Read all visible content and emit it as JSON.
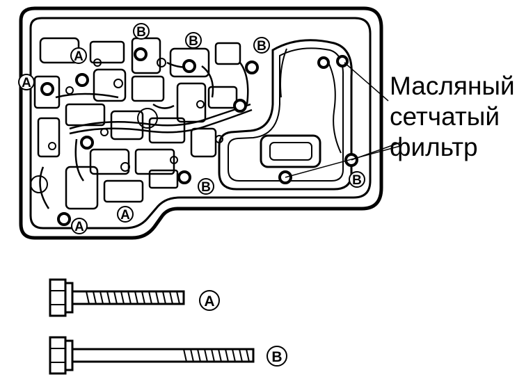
{
  "callout": {
    "line1": "Масляный",
    "line2": "сетчатый",
    "line3": "фильтр"
  },
  "bolt_markers": {
    "a": "A",
    "b": "B"
  },
  "colors": {
    "ink": "#000000",
    "paper": "#ffffff"
  }
}
